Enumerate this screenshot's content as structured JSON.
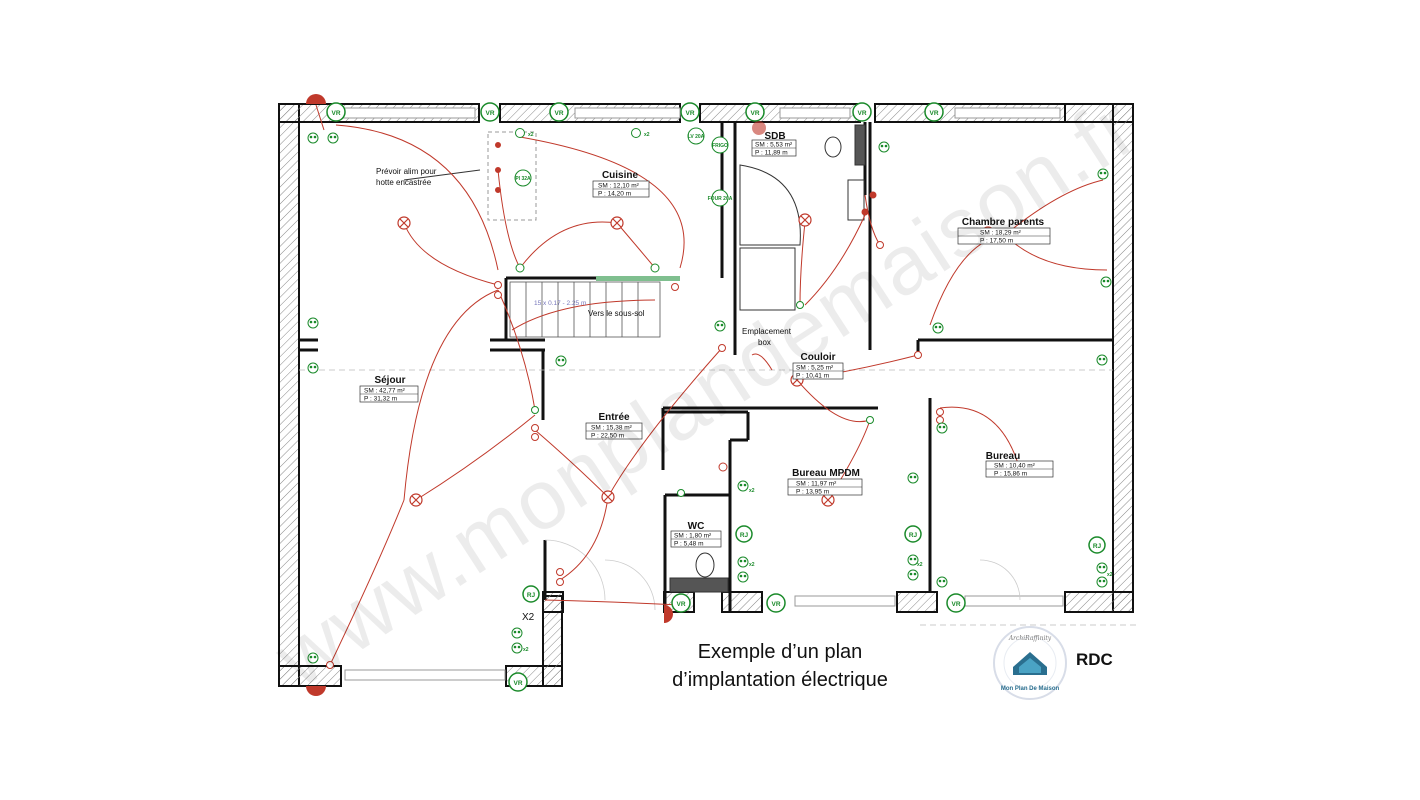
{
  "rooms": {
    "cuisine": {
      "name": "Cuisine",
      "sm": "SM : 12,10 m²",
      "p": "P : 14,20 m"
    },
    "sdb": {
      "name": "SDB",
      "sm": "SM : 5,53 m²",
      "p": "P : 11,89 m"
    },
    "chambre": {
      "name": "Chambre parents",
      "sm": "SM : 18,29 m²",
      "p": "P : 17,50 m"
    },
    "sejour": {
      "name": "Séjour",
      "sm": "SM : 42,77 m²",
      "p": "P : 31,32 m"
    },
    "couloir": {
      "name": "Couloir",
      "sm": "SM : 5,25 m²",
      "p": "P : 10,41 m"
    },
    "entree": {
      "name": "Entrée",
      "sm": "SM : 15,38 m²",
      "p": "P : 22,50 m"
    },
    "bureau_mpdm": {
      "name": "Bureau MPDM",
      "sm": "SM : 11,97 m²",
      "p": "P : 13,95 m"
    },
    "bureau": {
      "name": "Bureau",
      "sm": "SM : 10,40 m²",
      "p": "P : 15,86 m"
    },
    "wc": {
      "name": "WC",
      "sm": "SM : 1,80 m²",
      "p": "P : 5,48 m"
    }
  },
  "notes": {
    "hotte_line1": "Prévoir alim pour",
    "hotte_line2": "hotte encastrée",
    "stairs": "Vers le sous-sol",
    "stairs_dim": "15 x 0.17 - 2.25 m",
    "box_line1": "Emplacement",
    "box_line2": "box",
    "x2": "X2"
  },
  "circuit_tags": {
    "vr": "VR",
    "rj": "RJ",
    "pi": "PI 32A",
    "lv": "LV 20A",
    "frigo": "FRIGO",
    "four": "FOUR 20A",
    "x2": "x2"
  },
  "watermark": "www.monplandemaison.fr",
  "caption": {
    "line1": "Exemple d’un plan",
    "line2": "d’implantation électrique"
  },
  "level": "RDC",
  "logo": {
    "top_text": "ArchiRaffinity",
    "bottom_text": "Mon Plan De Maison"
  },
  "colors": {
    "wall": "#111111",
    "wiring": "#c0392b",
    "outlet": "#1a8a2a"
  }
}
